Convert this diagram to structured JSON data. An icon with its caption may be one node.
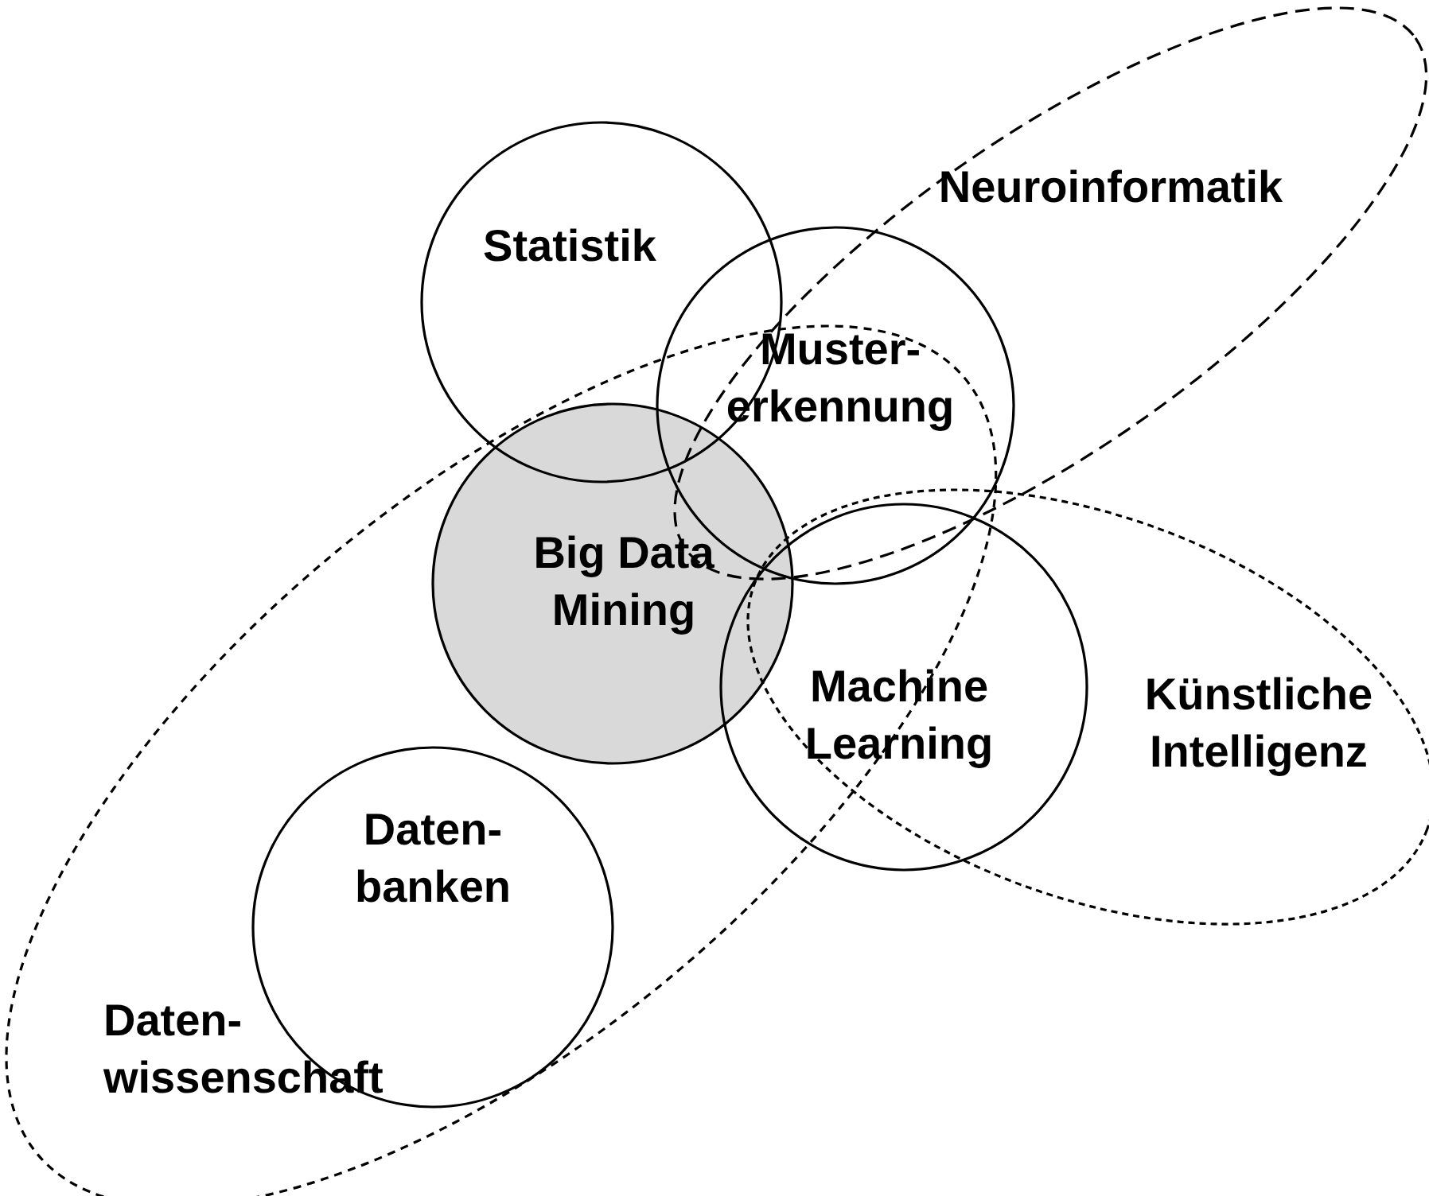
{
  "diagram": {
    "nodes": [
      {
        "text": [
          "Neuroinformatik"
        ]
      },
      {
        "text": [
          "Statistik"
        ]
      },
      {
        "text": [
          "Muster- erkennung"
        ]
      },
      {
        "text": [
          "Daten- wissenschaft"
        ]
      },
      {
        "text": [
          "Big Data Mining"
        ],
        "in": 3
      },
      {
        "text": [
          "Künstliche Intelligenz"
        ]
      },
      {
        "text": [
          "Machine Learning"
        ]
      },
      {
        "text": [
          "Daten- banken"
        ],
        "in": 3
      }
    ]
  }
}
